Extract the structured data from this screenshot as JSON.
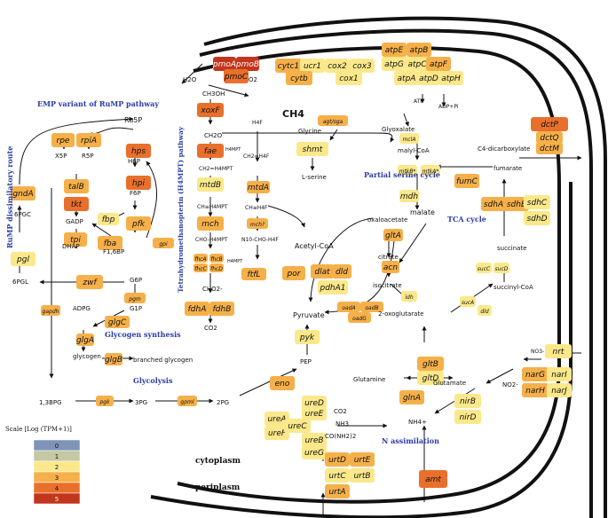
{
  "colors": {
    "level0": "#7f94b8",
    "level1": "#c4c9a4",
    "level2": "#fbe88a",
    "level3": "#f5b04a",
    "level4": "#e8702c",
    "level5": "#c2361d",
    "title": "#2b3aa8",
    "stroke": "#111111"
  },
  "titles": [
    {
      "key": "emp",
      "text": "EMP variant of RuMP pathway"
    },
    {
      "key": "partial_serine",
      "text": "Partial serine cycle"
    },
    {
      "key": "tca",
      "text": "TCA cycle"
    },
    {
      "key": "glycogen",
      "text": "Glycogen synthesis"
    },
    {
      "key": "glycolysis",
      "text": "Glycolysis"
    },
    {
      "key": "n_assim",
      "text": "N assimilation"
    },
    {
      "key": "rump_dissim",
      "text": "RuMP dissimilatory route"
    },
    {
      "key": "h4mpt",
      "text": "Tetrahydromethanopterin (H4MPT) pathway"
    }
  ],
  "compartments": {
    "cytoplasm": "cytoplasm",
    "periplasm": "periplasm"
  },
  "legend": {
    "title": "Scale [Log (TPM+1)]",
    "levels": [
      "0",
      "1",
      "2",
      "3",
      "4",
      "5"
    ]
  },
  "genes": [
    {
      "id": "pmoA",
      "text": "pmoA",
      "level": 5
    },
    {
      "id": "pmoB",
      "text": "pmoB",
      "level": 5
    },
    {
      "id": "pmoC",
      "text": "pmoC",
      "level": 4
    },
    {
      "id": "cytc1",
      "text": "cytc1",
      "level": 3
    },
    {
      "id": "ucr1",
      "text": "ucr1",
      "level": 2
    },
    {
      "id": "cytb",
      "text": "cytb",
      "level": 3
    },
    {
      "id": "cox2",
      "text": "cox2",
      "level": 2
    },
    {
      "id": "cox3",
      "text": "cox3",
      "level": 2
    },
    {
      "id": "cox1",
      "text": "cox1",
      "level": 2
    },
    {
      "id": "atpE",
      "text": "atpE",
      "level": 3
    },
    {
      "id": "atpB",
      "text": "atpB",
      "level": 3
    },
    {
      "id": "atpG",
      "text": "atpG",
      "level": 2
    },
    {
      "id": "atpC",
      "text": "atpC",
      "level": 2
    },
    {
      "id": "atpF",
      "text": "atpF",
      "level": 3
    },
    {
      "id": "atpA",
      "text": "atpA",
      "level": 2
    },
    {
      "id": "atpD",
      "text": "atpD",
      "level": 2
    },
    {
      "id": "atpH",
      "text": "atpH",
      "level": 2
    },
    {
      "id": "xoxF",
      "text": "xoxF",
      "level": 4
    },
    {
      "id": "fae",
      "text": "fae",
      "level": 4
    },
    {
      "id": "mtdB",
      "text": "mtdB",
      "level": 2
    },
    {
      "id": "mch",
      "text": "mch",
      "level": 3
    },
    {
      "id": "fhcA",
      "text": "fhcA",
      "level": 3
    },
    {
      "id": "fhcB",
      "text": "fhcB",
      "level": 3
    },
    {
      "id": "fhcC",
      "text": "fhcC",
      "level": 3
    },
    {
      "id": "fhcD",
      "text": "fhcD",
      "level": 3
    },
    {
      "id": "fdhA",
      "text": "fdhA",
      "level": 3
    },
    {
      "id": "fdhB",
      "text": "fdhB",
      "level": 3
    },
    {
      "id": "mtdA",
      "text": "mtdA",
      "level": 3
    },
    {
      "id": "mch2",
      "text": "mch?",
      "level": 3
    },
    {
      "id": "fhcD2",
      "text": "fhcD",
      "level": 3
    },
    {
      "id": "ftfL",
      "text": "ftfL",
      "level": 3
    },
    {
      "id": "hps",
      "text": "hps",
      "level": 4
    },
    {
      "id": "hpi",
      "text": "hpi",
      "level": 4
    },
    {
      "id": "pfk",
      "text": "pfk",
      "level": 3
    },
    {
      "id": "rpe",
      "text": "rpe",
      "level": 3
    },
    {
      "id": "rpiA",
      "text": "rpiA",
      "level": 3
    },
    {
      "id": "talB",
      "text": "talB",
      "level": 3
    },
    {
      "id": "tkt",
      "text": "tkt",
      "level": 4
    },
    {
      "id": "fbp",
      "text": "fbp",
      "level": 2
    },
    {
      "id": "tpi",
      "text": "tpi",
      "level": 3
    },
    {
      "id": "fba",
      "text": "fba",
      "level": 3
    },
    {
      "id": "gpi",
      "text": "gpi",
      "level": 3
    },
    {
      "id": "zwf",
      "text": "zwf",
      "level": 3
    },
    {
      "id": "gndA",
      "text": "gndA",
      "level": 3
    },
    {
      "id": "pgl",
      "text": "pgl",
      "level": 2
    },
    {
      "id": "pgm",
      "text": "pgm",
      "level": 3
    },
    {
      "id": "glgC",
      "text": "glgC",
      "level": 3
    },
    {
      "id": "glgA",
      "text": "glgA",
      "level": 3
    },
    {
      "id": "glgB",
      "text": "glgB",
      "level": 3
    },
    {
      "id": "gapdh",
      "text": "gapdh",
      "level": 3
    },
    {
      "id": "pgk",
      "text": "pgk",
      "level": 3
    },
    {
      "id": "gpml",
      "text": "gpml",
      "level": 3
    },
    {
      "id": "eno",
      "text": "eno",
      "level": 3
    },
    {
      "id": "pyk",
      "text": "pyk",
      "level": 2
    },
    {
      "id": "agtsga",
      "text": "agt/sga",
      "level": 3
    },
    {
      "id": "shmt",
      "text": "shmt",
      "level": 2
    },
    {
      "id": "mclA",
      "text": "mclA",
      "level": 2
    },
    {
      "id": "mtkB",
      "text": "mtkB*",
      "level": 2
    },
    {
      "id": "mtkA",
      "text": "mtkA*",
      "level": 2
    },
    {
      "id": "mdh",
      "text": "mdh",
      "level": 2
    },
    {
      "id": "fumC",
      "text": "fumC",
      "level": 3
    },
    {
      "id": "sdhA",
      "text": "sdhA",
      "level": 3
    },
    {
      "id": "sdhB",
      "text": "sdhB",
      "level": 3
    },
    {
      "id": "sdhC",
      "text": "sdhC",
      "level": 2
    },
    {
      "id": "sdhD",
      "text": "sdhD",
      "level": 2
    },
    {
      "id": "sucC",
      "text": "sucC",
      "level": 2
    },
    {
      "id": "sucD",
      "text": "sucD",
      "level": 2
    },
    {
      "id": "sucA",
      "text": "sucA",
      "level": 2
    },
    {
      "id": "dld",
      "text": "dld",
      "level": 2
    },
    {
      "id": "idh",
      "text": "idh",
      "level": 2
    },
    {
      "id": "acn",
      "text": "acn",
      "level": 3
    },
    {
      "id": "gltA",
      "text": "gltA",
      "level": 3
    },
    {
      "id": "por",
      "text": "por",
      "level": 3
    },
    {
      "id": "dlat",
      "text": "dlat",
      "level": 3
    },
    {
      "id": "dld2",
      "text": "dld",
      "level": 3
    },
    {
      "id": "pdhA1",
      "text": "pdhA1",
      "level": 2
    },
    {
      "id": "oadA",
      "text": "oadA",
      "level": 3
    },
    {
      "id": "oadB",
      "text": "oadB",
      "level": 3
    },
    {
      "id": "oadG",
      "text": "oadG",
      "level": 3
    },
    {
      "id": "dctP",
      "text": "dctP",
      "level": 4
    },
    {
      "id": "dctQ",
      "text": "dctQ",
      "level": 3
    },
    {
      "id": "dctM",
      "text": "dctM",
      "level": 3
    },
    {
      "id": "nrt",
      "text": "nrt",
      "level": 2
    },
    {
      "id": "narG",
      "text": "narG",
      "level": 3
    },
    {
      "id": "narI",
      "text": "narI",
      "level": 2
    },
    {
      "id": "narH",
      "text": "narH",
      "level": 3
    },
    {
      "id": "narJ",
      "text": "narJ",
      "level": 2
    },
    {
      "id": "nirB",
      "text": "nirB",
      "level": 2
    },
    {
      "id": "nirD",
      "text": "nirD",
      "level": 2
    },
    {
      "id": "gltB",
      "text": "gltB",
      "level": 3
    },
    {
      "id": "gltD",
      "text": "gltD",
      "level": 2
    },
    {
      "id": "glnA",
      "text": "glnA",
      "level": 3
    },
    {
      "id": "ureD",
      "text": "ureD",
      "level": 2
    },
    {
      "id": "ureA",
      "text": "ureA",
      "level": 2
    },
    {
      "id": "ureF",
      "text": "ureF",
      "level": 2
    },
    {
      "id": "ureC",
      "text": "ureC",
      "level": 2
    },
    {
      "id": "ureB",
      "text": "ureB",
      "level": 2
    },
    {
      "id": "ureE",
      "text": "ureE",
      "level": 2
    },
    {
      "id": "ureG",
      "text": "ureG",
      "level": 2
    },
    {
      "id": "urtD",
      "text": "urtD",
      "level": 3
    },
    {
      "id": "urtE",
      "text": "urtE",
      "level": 3
    },
    {
      "id": "urtC",
      "text": "urtC",
      "level": 2
    },
    {
      "id": "urtB",
      "text": "urtB",
      "level": 2
    },
    {
      "id": "urtA",
      "text": "urtA",
      "level": 3
    },
    {
      "id": "amt",
      "text": "amt",
      "level": 4
    }
  ],
  "metabolites": [
    {
      "id": "h2o",
      "text": "H2O"
    },
    {
      "id": "o2",
      "text": "O2"
    },
    {
      "id": "ch4",
      "text": "CH4"
    },
    {
      "id": "ch3oh",
      "text": "CH3OH"
    },
    {
      "id": "ch2o",
      "text": "CH2O"
    },
    {
      "id": "h4mpt",
      "text": "H4MPT"
    },
    {
      "id": "ch2h4mpt",
      "text": "CH2=H4MPT"
    },
    {
      "id": "chh4mpt",
      "text": "CH≡H4MPT"
    },
    {
      "id": "choh4mpt",
      "text": "CHO-H4MPT"
    },
    {
      "id": "h4mpt2",
      "text": "H4MPT"
    },
    {
      "id": "cho2",
      "text": "CHO2-"
    },
    {
      "id": "co2a",
      "text": "CO2"
    },
    {
      "id": "h4f",
      "text": "H4F"
    },
    {
      "id": "ch2h4f",
      "text": "CH2=H4F"
    },
    {
      "id": "chh4f",
      "text": "CH≡H4F"
    },
    {
      "id": "n10",
      "text": "N10-CHO-H4F"
    },
    {
      "id": "ru5p",
      "text": "Ru5P"
    },
    {
      "id": "h6p",
      "text": "H6P"
    },
    {
      "id": "f6p",
      "text": "F6P"
    },
    {
      "id": "x5p",
      "text": "X5P"
    },
    {
      "id": "r5p",
      "text": "R5P"
    },
    {
      "id": "gadp",
      "text": "GADP"
    },
    {
      "id": "dhap",
      "text": "DHAP"
    },
    {
      "id": "f16bp",
      "text": "F1,6BP"
    },
    {
      "id": "g6p",
      "text": "G6P"
    },
    {
      "id": "g1p",
      "text": "G1P"
    },
    {
      "id": "adpg",
      "text": "ADPG"
    },
    {
      "id": "glycogen",
      "text": "glycogen"
    },
    {
      "id": "bglycogen",
      "text": "branched glycogen"
    },
    {
      "id": "6pgc",
      "text": "6PGC"
    },
    {
      "id": "6pgl",
      "text": "6PGL"
    },
    {
      "id": "bpg13",
      "text": "1,3BPG"
    },
    {
      "id": "pg3",
      "text": "3PG"
    },
    {
      "id": "pg2",
      "text": "2PG"
    },
    {
      "id": "pep",
      "text": "PEP"
    },
    {
      "id": "pyruvate",
      "text": "Pyruvate"
    },
    {
      "id": "acetylcoa",
      "text": "Acetyl-CoA"
    },
    {
      "id": "glycine",
      "text": "Glycine"
    },
    {
      "id": "lserine",
      "text": "L-serine"
    },
    {
      "id": "glyoxalate",
      "text": "Glyoxalate"
    },
    {
      "id": "malylcoa",
      "text": "malyl-CoA"
    },
    {
      "id": "malate",
      "text": "malate"
    },
    {
      "id": "oxaloacetate",
      "text": "oxaloacetate"
    },
    {
      "id": "citrate",
      "text": "citrate"
    },
    {
      "id": "isocitrate",
      "text": "isocitrate"
    },
    {
      "id": "oxoglutarate",
      "text": "2-oxoglutarate"
    },
    {
      "id": "succinylcoa",
      "text": "succinyl-CoA"
    },
    {
      "id": "succinate",
      "text": "succinate"
    },
    {
      "id": "fumarate",
      "text": "fumarate"
    },
    {
      "id": "c4",
      "text": "C4-dicarboxylate"
    },
    {
      "id": "glutamine",
      "text": "Glutamine"
    },
    {
      "id": "glutamate",
      "text": "Glutamate"
    },
    {
      "id": "nh4",
      "text": "NH4+"
    },
    {
      "id": "nh3",
      "text": "NH3"
    },
    {
      "id": "co2b",
      "text": "CO2"
    },
    {
      "id": "urea",
      "text": "CO(NH2)2"
    },
    {
      "id": "no3",
      "text": "NO3-"
    },
    {
      "id": "no2",
      "text": "NO2-"
    },
    {
      "id": "atp",
      "text": "ATP"
    },
    {
      "id": "adp",
      "text": "ADP+Pi"
    }
  ]
}
